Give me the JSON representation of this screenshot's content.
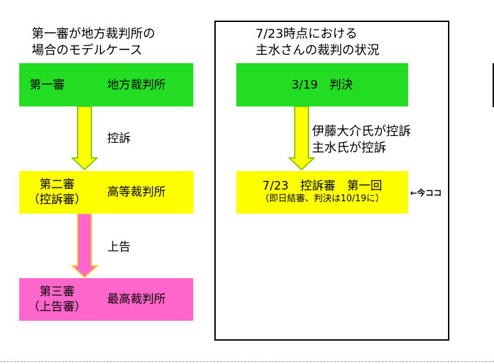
{
  "left_panel": {
    "heading_line1": "第一審が地方裁判所の",
    "heading_line2": "場合のモデルケース",
    "level1": {
      "name": "第一審",
      "court": "地方裁判所",
      "color": "#22dd22"
    },
    "arrow1": {
      "label": "控訴",
      "color": "#ffff00"
    },
    "level2": {
      "name_line1": "第二審",
      "name_line2": "（控訴審）",
      "court": "高等裁判所",
      "color": "#ffff00"
    },
    "arrow2": {
      "label": "上告",
      "color": "#ff66cc"
    },
    "level3": {
      "name_line1": "第三審",
      "name_line2": "（上告審）",
      "court": "最高裁判所",
      "color": "#ff66cc"
    }
  },
  "right_panel": {
    "heading_line1": "7/23時点における",
    "heading_line2": "主水さんの裁判の状況",
    "verdict_box": {
      "label": "3/19　判決",
      "color": "#22dd22"
    },
    "appeal_note_line1": "伊藤大介氏が控訴",
    "appeal_note_line2": "主水氏が控訴",
    "current_box": {
      "line1": "7/23　控訴審　第一回",
      "line2": "（即日結審、判決は10/19に）",
      "color": "#ffff00"
    },
    "current_marker": "←今ココ"
  }
}
